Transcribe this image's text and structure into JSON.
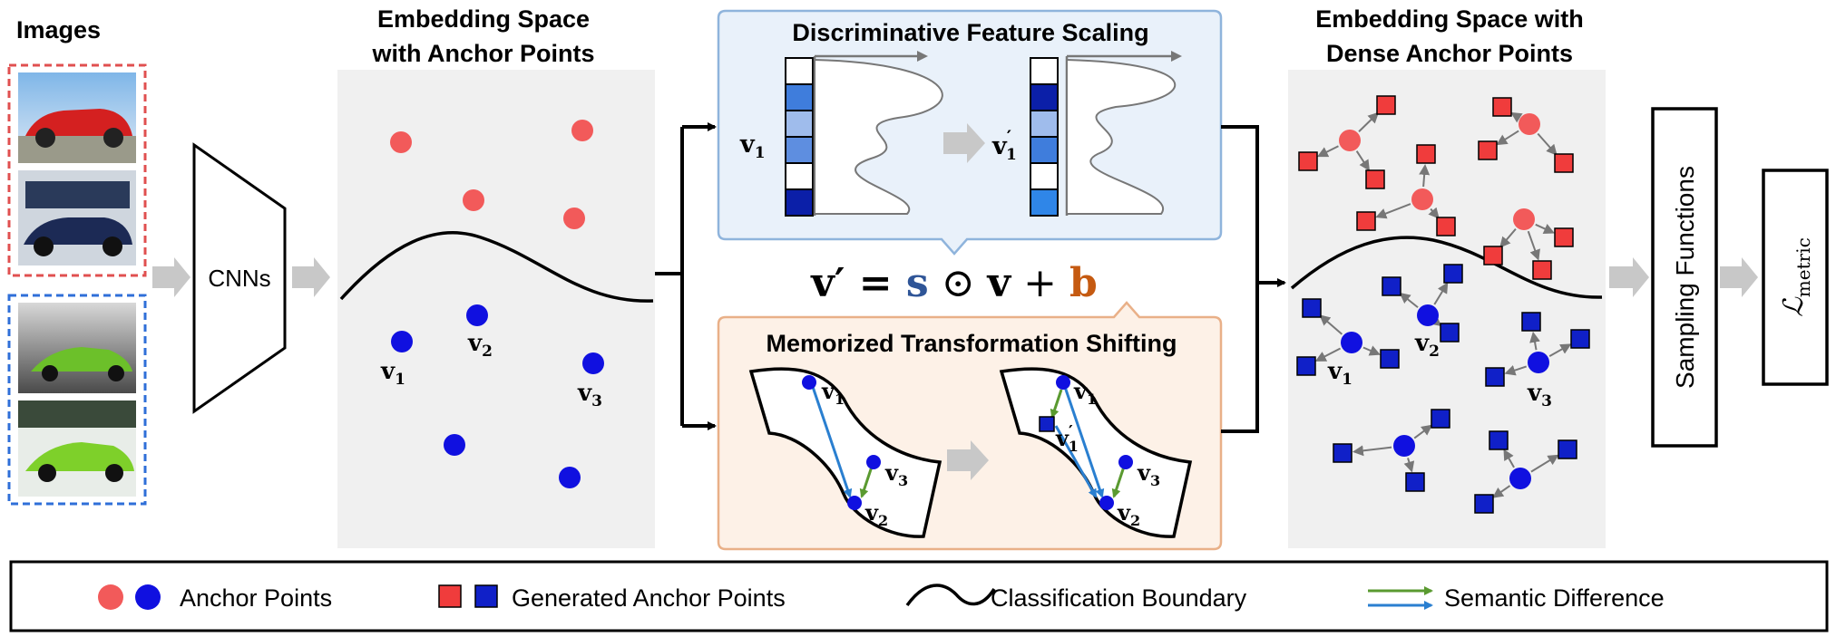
{
  "images": {
    "title": "Images",
    "top_group_color": "#e05050",
    "bottom_group_color": "#2f6fd8"
  },
  "cnn": {
    "label": "CNNs"
  },
  "embedding": {
    "title_line1": "Embedding Space",
    "title_line2": "with Anchor Points",
    "v1": "v",
    "v1_sub": "1",
    "v2": "v",
    "v2_sub": "2",
    "v3": "v",
    "v3_sub": "3"
  },
  "dfs": {
    "title": "Discriminative Feature Scaling",
    "v_in": "v",
    "v_in_sub": "1",
    "v_out": "v",
    "v_out_prime": "′",
    "v_out_sub": "1",
    "bar_colors_in": [
      "#ffffff",
      "#3f7ddc",
      "#9fbcec",
      "#5e8ee0",
      "#ffffff",
      "#0b1fa8"
    ],
    "bar_colors_out": [
      "#ffffff",
      "#0b1fa8",
      "#9fbcec",
      "#3f7ddc",
      "#ffffff",
      "#2f86e8"
    ]
  },
  "equation": {
    "lhs": "v′ = ",
    "s": "s",
    "op1": " ⊙ ",
    "v": "v",
    "op2": " + ",
    "b": "b",
    "s_color": "#2f5597",
    "b_color": "#c55a11"
  },
  "mts": {
    "title": "Memorized Transformation Shifting",
    "left_v1": "v",
    "left_v1_sub": "1",
    "left_v2": "v",
    "left_v2_sub": "2",
    "left_v3": "v",
    "left_v3_sub": "3",
    "right_v1": "v",
    "right_v1_sub": "1",
    "right_v1p": "v",
    "right_v1p_prime": "′",
    "right_v1p_sub": "1",
    "right_v2": "v",
    "right_v2_sub": "2",
    "right_v3": "v",
    "right_v3_sub": "3"
  },
  "dense": {
    "title_line1": "Embedding Space with",
    "title_line2": "Dense Anchor Points",
    "v1": "v",
    "v1_sub": "1",
    "v2": "v",
    "v2_sub": "2",
    "v3": "v",
    "v3_sub": "3"
  },
  "sampling": {
    "label": "Sampling Functions"
  },
  "loss": {
    "symbol": "ℒ",
    "sub": "metric"
  },
  "legend": {
    "anchor_points": "Anchor Points",
    "generated_anchor_points": "Generated Anchor Points",
    "classification_boundary": "Classification Boundary",
    "semantic_difference": "Semantic Difference"
  },
  "colors": {
    "red_anchor": "#f25a5a",
    "blue_anchor": "#1010e0",
    "red_generated": "#f03c3c",
    "blue_generated": "#1020c8",
    "panel_gray": "#f0f0f0",
    "dfs_panel": "#e9f1fa",
    "mts_panel": "#fdf1e7",
    "arrow_gray": "#c8c8c8",
    "semantic_green": "#5a9a30",
    "semantic_blue": "#2a7fd0"
  }
}
